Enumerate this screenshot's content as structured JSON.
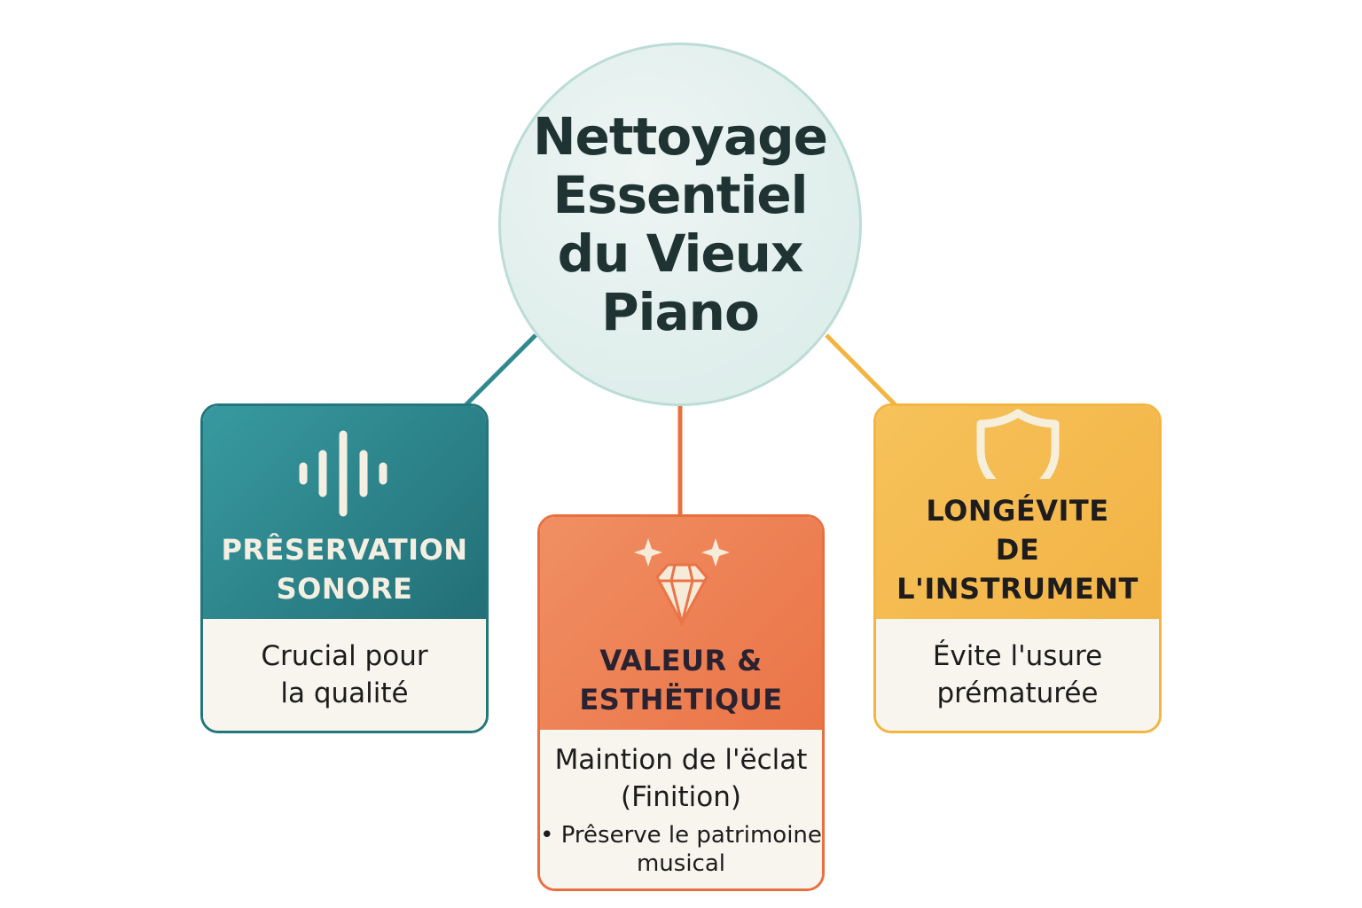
{
  "hub": {
    "title": "Nettoyage Essentiel du Vieux Piano"
  },
  "colors": {
    "teal": "#2a8288",
    "coral": "#ec7a4c",
    "amber": "#f4b744",
    "cream": "#f8f5ee"
  },
  "cards": [
    {
      "icon": "sound-wave-icon",
      "heading_line1": "PRÊSERVATION",
      "heading_line2": "SONORE",
      "text_line1": "Crucial pour",
      "text_line2": "la qualité"
    },
    {
      "icon": "diamond-sparkle-icon",
      "heading_line1": "VALEUR &",
      "heading_line2": "ESTHËTIQUE",
      "text_line1": "Maintion de l'ëclat",
      "text_line2": "(Finition)",
      "bullet": "• Prêserve le patrimoine musical"
    },
    {
      "icon": "shield-icon",
      "heading_line1": "LONGÉVITE",
      "heading_line2": "DE L'INSTRUMENT",
      "text_line1": "Évite l'usure",
      "text_line2": "prématurée"
    }
  ]
}
